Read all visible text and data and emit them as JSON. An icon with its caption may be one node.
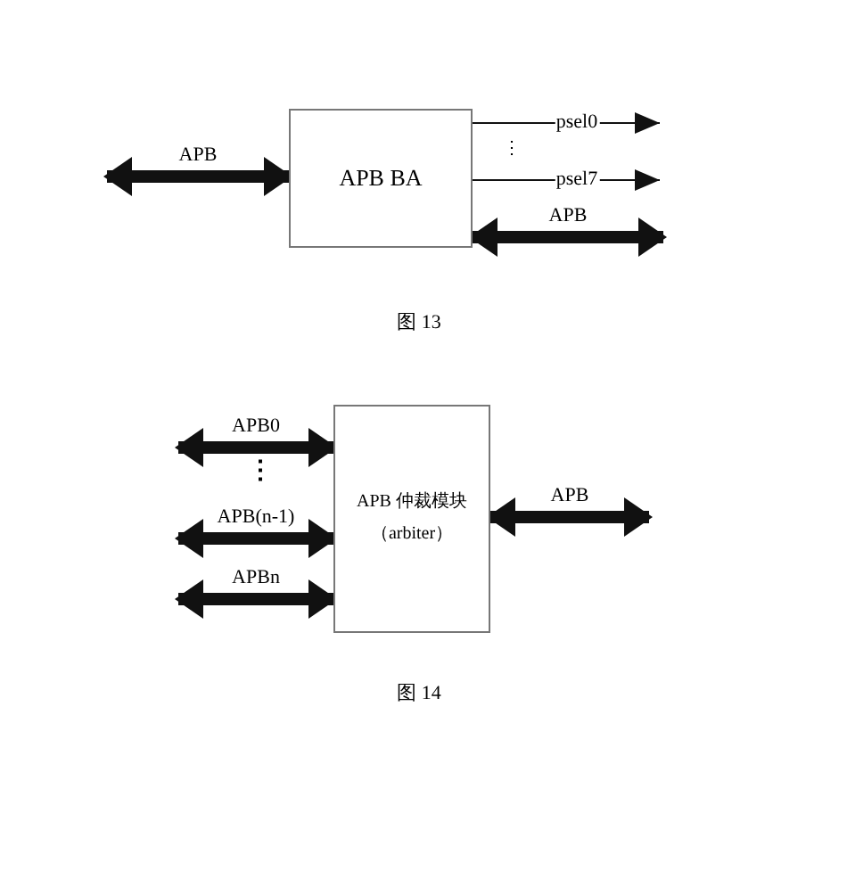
{
  "diagram": {
    "nodes": [
      {
        "text": [
          "APB BA"
        ]
      },
      {
        "text": [
          "APB 仲裁模块",
          "（arbiter）"
        ]
      }
    ],
    "edges": [
      {
        "from": null,
        "to": 0,
        "arrow": "both",
        "label": "APB"
      },
      {
        "from": 0,
        "to": null,
        "arrow": "to",
        "label": "psel0"
      },
      {
        "from": 0,
        "to": null,
        "arrow": "to",
        "label": "psel7"
      },
      {
        "from": 0,
        "to": null,
        "arrow": "both",
        "label": "APB"
      },
      {
        "from": null,
        "to": 1,
        "arrow": "both",
        "label": "APB0"
      },
      {
        "from": null,
        "to": 1,
        "arrow": "both",
        "label": "APB(n-1)"
      },
      {
        "from": null,
        "to": 1,
        "arrow": "both",
        "label": "APBn"
      },
      {
        "from": 1,
        "to": null,
        "arrow": "both",
        "label": "APB"
      }
    ],
    "labels": [
      "⋮",
      "图 13",
      "⋮",
      "图 14"
    ]
  }
}
